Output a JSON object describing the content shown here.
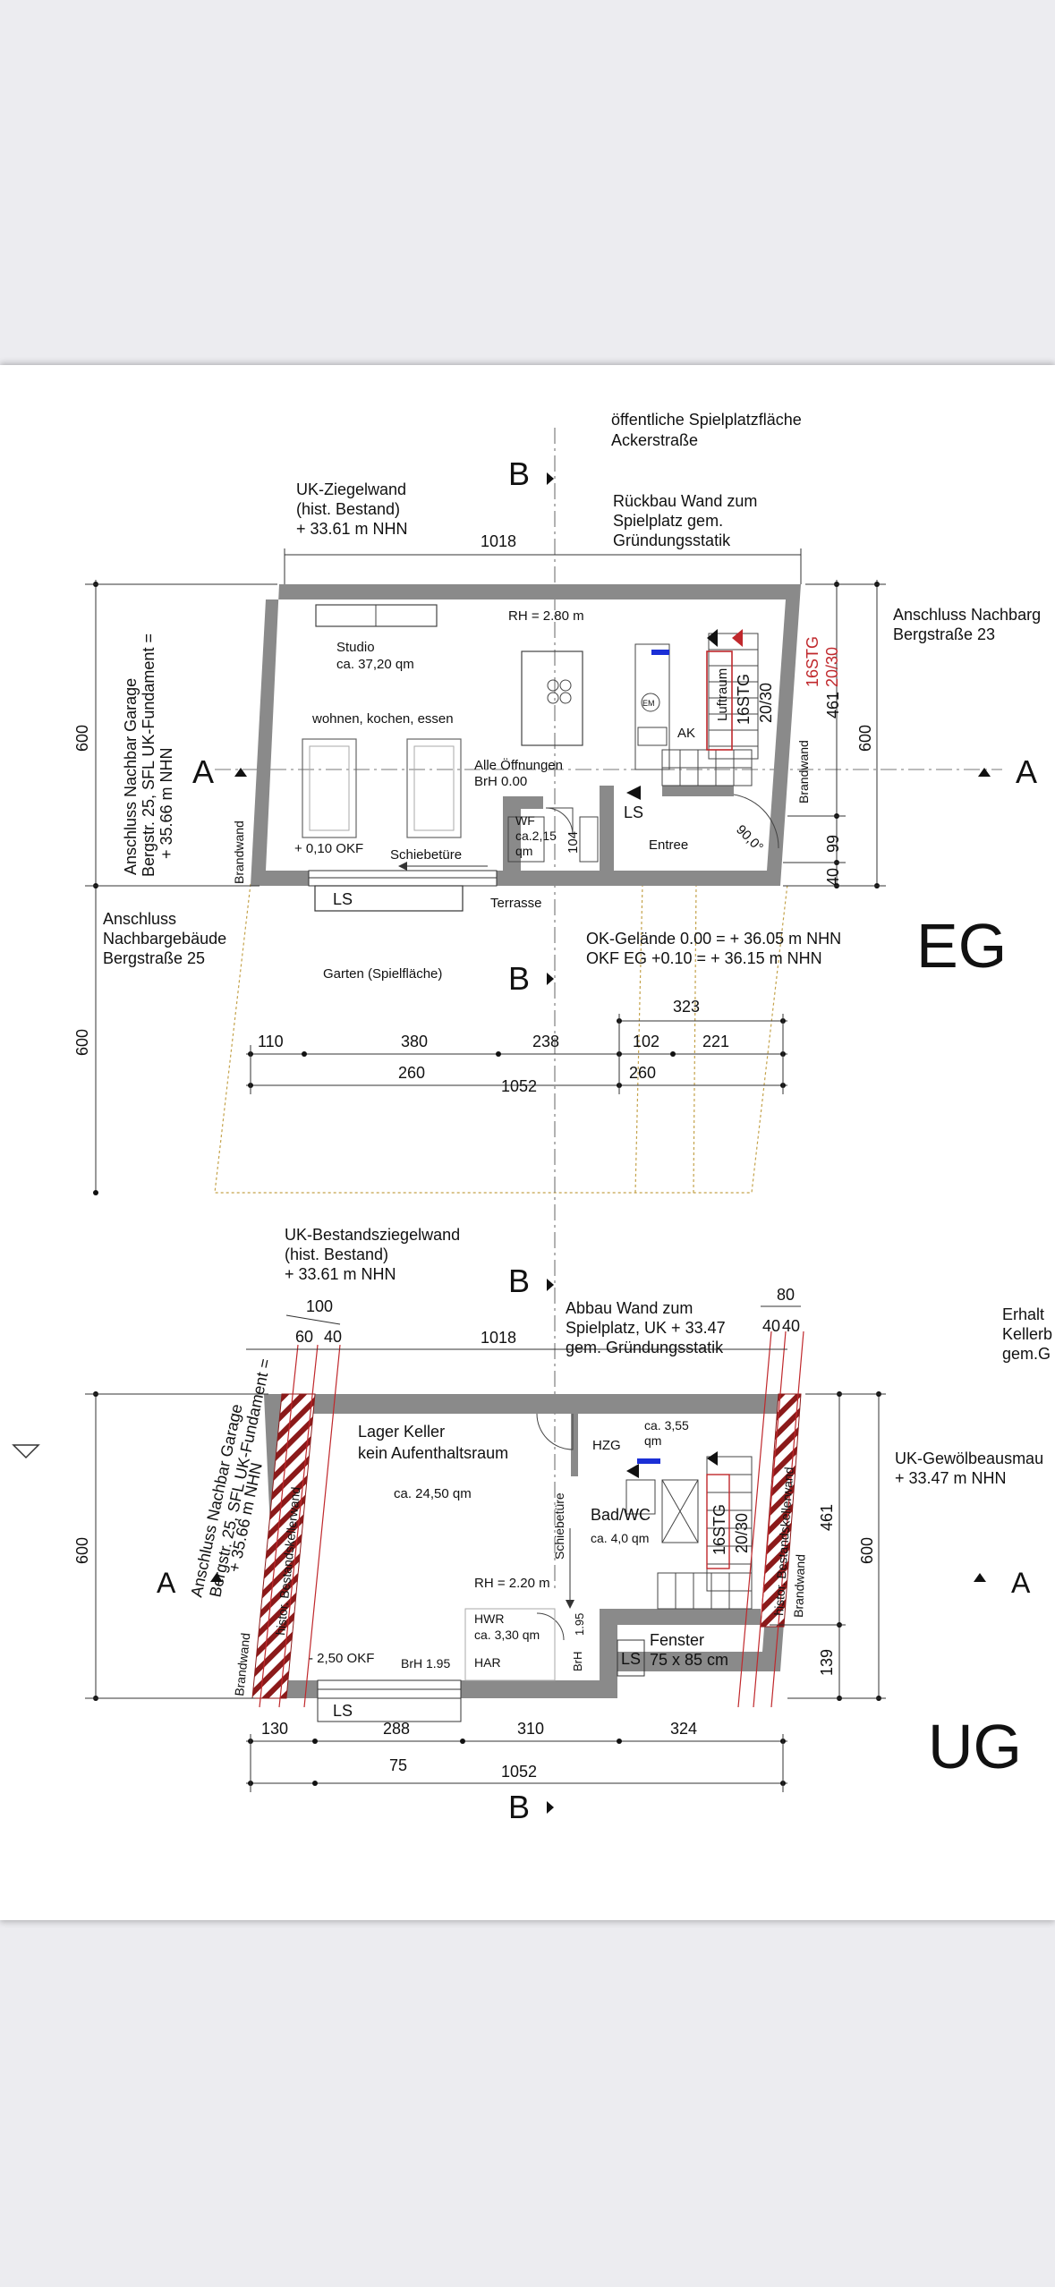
{
  "eg": {
    "top_label_1": "öffentliche Spielplatzfläche",
    "top_label_2": "Ackerstraße",
    "uk_wall_1": "UK-Ziegelwand",
    "uk_wall_2": "(hist. Bestand)",
    "uk_wall_3": "+ 33.61 m NHN",
    "rueckbau_1": "Rückbau Wand zum",
    "rueckbau_2": "Spielplatz gem.",
    "rueckbau_3": "Gründungsstatik",
    "dim_top": "1018",
    "rh": "RH = 2.80 m",
    "studio_1": "Studio",
    "studio_2": "ca. 37,20 qm",
    "wohnen": "wohnen, kochen, essen",
    "oeffnungen_1": "Alle Öffnungen",
    "oeffnungen_2": "BrH 0.00",
    "wf_1": "WF",
    "wf_2": "ca.2,15",
    "wf_3": "qm",
    "wf_dim": "104",
    "ls_door": "LS",
    "entree": "Entree",
    "angle": "90,0°",
    "okf": "+ 0,10 OKF",
    "schiebetuere": "Schiebetüre",
    "ls_window": "LS",
    "terrasse": "Terrasse",
    "ak": "AK",
    "em": "EM",
    "luftraum": "Luftraum",
    "stairs_a": "16STG",
    "stairs_b": "20/30",
    "stairs_red_a": "16STG",
    "stairs_red_b": "20/30",
    "dim_461": "461",
    "dim_600_right": "600",
    "dim_99": "99",
    "dim_40": "40",
    "brandwand_left": "Brandwand",
    "brandwand_right": "Brandwand",
    "garage_1": "Anschluss Nachbar Garage",
    "garage_2": "Bergstr. 25, SFL UK-Fundament =",
    "garage_3": "+ 35.66 m NHN",
    "dim_600_left": "600",
    "dim_600_left2": "600",
    "anschluss_l_1": "Anschluss",
    "anschluss_l_2": "Nachbargebäude",
    "anschluss_l_3": "Bergstraße 25",
    "anschluss_r_1": "Anschluss Nachbarg",
    "anschluss_r_2": "Bergstraße 23",
    "garten": "Garten (Spielfläche)",
    "ok_gelaende": "OK-Gelände 0.00 = + 36.05 m NHN",
    "okf_eg": "OKF EG  +0.10 = + 36.15 m NHN",
    "floor_label": "EG",
    "dims_row1": [
      "110",
      "380",
      "238",
      "102",
      "221"
    ],
    "dim_323": "323",
    "dims_row2": [
      "260",
      "1052",
      "260"
    ],
    "section_a": "A",
    "section_b": "B"
  },
  "ug": {
    "uk_wall_1": "UK-Bestandsziegelwand",
    "uk_wall_2": "(hist. Bestand)",
    "uk_wall_3": "+ 33.61 m NHN",
    "abbau_1": "Abbau Wand zum",
    "abbau_2": "Spielplatz, UK + 33.47",
    "abbau_3": "gem. Gründungsstatik",
    "erhalt_1": "Erhalt",
    "erhalt_2": "Kellerb",
    "erhalt_3": "gem.G",
    "dim_100": "100",
    "dim_60": "60",
    "dim_40a": "40",
    "dim_80": "80",
    "dim_40b": "40",
    "dim_40c": "40",
    "dim_top": "1018",
    "lager_1": "Lager Keller",
    "lager_2": "kein Aufenthaltsraum",
    "lager_3": "ca. 24,50 qm",
    "hzg": "HZG",
    "hzg_area_1": "ca. 3,55",
    "hzg_area_2": "qm",
    "bad": "Bad/WC",
    "bad_area": "ca. 4,0 qm",
    "schiebetuere": "Schiebetüre",
    "rh": "RH = 2.20 m",
    "hwr": "HWR",
    "hwr_area": "ca. 3,30 qm",
    "har": "HAR",
    "brh_1": "BrH 1.95",
    "brh_2": "BrH",
    "dim_195": "1.95",
    "ls": "LS",
    "fenster_1": "Fenster",
    "fenster_2": "75 x 85 cm",
    "okf": "- 2,50 OKF",
    "ls_window": "LS",
    "stairs_a": "16STG",
    "stairs_b": "20/30",
    "histor_left": "histor. Bestandskellerwand",
    "histor_right": "histor. Bestandskellerwand",
    "brandwand_left": "Brandwand",
    "brandwand_right": "Brandwand",
    "garage_1": "Anschluss Nachbar Garage",
    "garage_2": "Bergstr. 25, SFL UK-Fundament =",
    "garage_3": "+ 35.66 m NHN",
    "dim_600_left": "600",
    "dim_461": "461",
    "dim_600_right": "600",
    "dim_139": "139",
    "gewoelbe_1": "UK-Gewölbeausmau",
    "gewoelbe_2": "+ 33.47 m NHN",
    "floor_label": "UG",
    "dims_row1": [
      "130",
      "288",
      "310",
      "324"
    ],
    "dims_row2": [
      "75"
    ],
    "dim_total": "1052",
    "section_a": "A",
    "section_b": "B"
  },
  "colors": {
    "wall": "#8a8a8a",
    "red": "#c0282c",
    "blue": "#1b2fd6",
    "hatch": "#8b1a1a",
    "garden": "#c4a24a"
  }
}
